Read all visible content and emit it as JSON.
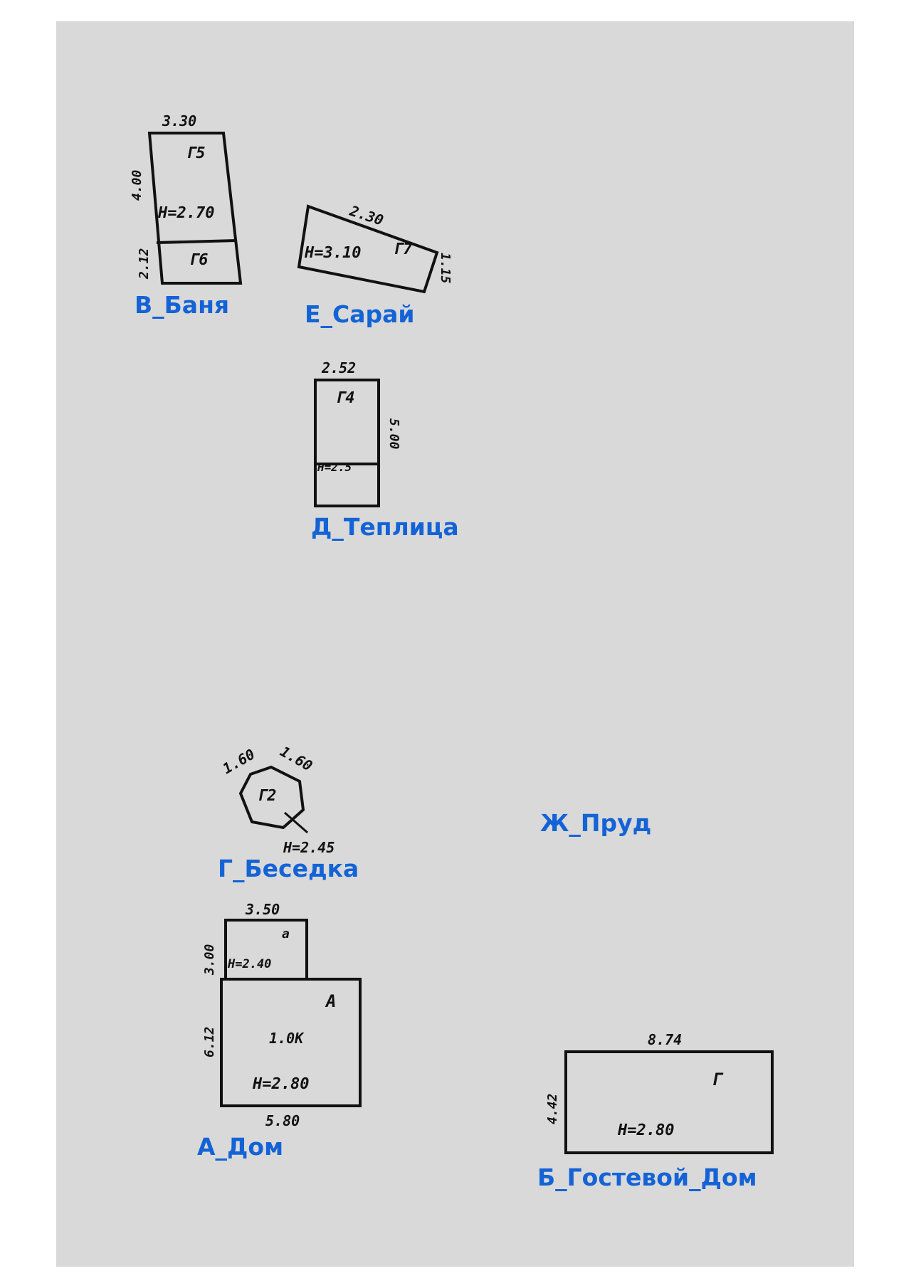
{
  "colors": {
    "sheet": "#d9d9d9",
    "label": "#1463d6",
    "ink": "#111111"
  },
  "buildings": {
    "banya": {
      "label": "В_Баня",
      "width": "3.30",
      "height_top": "4.00",
      "height_bottom": "2.12",
      "code_top": "Г5",
      "code_bottom": "Г6",
      "h": "H=2.70"
    },
    "saray": {
      "label": "Е_Сарай",
      "width": "2.30",
      "height": "1.15",
      "code": "Г7",
      "h": "H=3.10"
    },
    "teplitsa": {
      "label": "Д_Теплица",
      "width": "2.52",
      "height": "5.00",
      "code": "Г4",
      "h": "H=2.5"
    },
    "besedka": {
      "label": "Г_Беседка",
      "side_a": "1.60",
      "side_b": "1.60",
      "code": "Г2",
      "h": "H=2.45"
    },
    "prud": {
      "label": "Ж_Пруд"
    },
    "dom": {
      "label": "А_Дом",
      "width_top": "3.50",
      "width_bottom": "5.80",
      "height_top": "3.00",
      "height_bottom": "6.12",
      "code_top": "а",
      "code_main": "А",
      "floors": "1.0К",
      "h_top": "H=2.40",
      "h_main": "H=2.80"
    },
    "gostevoy": {
      "label": "Б_Гостевой_Дом",
      "width": "8.74",
      "height": "4.42",
      "code": "Г",
      "h": "H=2.80"
    }
  }
}
